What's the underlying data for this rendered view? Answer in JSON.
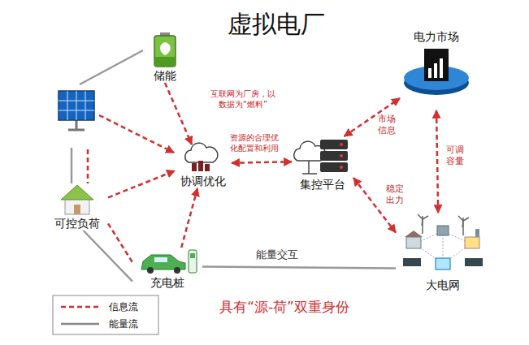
{
  "diagram": {
    "title": "虚拟电厂",
    "nodes": [
      {
        "text": [
          "储能"
        ]
      },
      {
        "text": [
          "电力市场"
        ]
      },
      {
        "text": [
          "协调优化"
        ]
      },
      {
        "text": [
          "集控平台"
        ]
      },
      {
        "text": [
          "可控负荷"
        ]
      },
      {
        "text": [
          "充电桩"
        ]
      },
      {
        "text": [
          "大电网"
        ]
      }
    ],
    "edges": [
      {
        "from": 0,
        "to": 2,
        "arrow": "to"
      },
      {
        "from": 4,
        "to": 2,
        "arrow": "to"
      },
      {
        "from": 5,
        "to": 2,
        "arrow": "to"
      },
      {
        "from": 4,
        "to": 5,
        "arrow": "none"
      },
      {
        "from": 4,
        "to": 5,
        "arrow": "none"
      },
      {
        "from": 2,
        "to": 3,
        "label": "资源的合理优化配置和利用",
        "arrow": "both"
      },
      {
        "from": 3,
        "to": 1,
        "label": "市场信息",
        "arrow": "both"
      },
      {
        "from": 1,
        "to": 6,
        "label": "可调容量",
        "arrow": "both"
      },
      {
        "from": 3,
        "to": 6,
        "label": "稳定出力",
        "arrow": "both"
      },
      {
        "from": 5,
        "to": 6,
        "label": "能量交互",
        "arrow": "none"
      }
    ],
    "labels": [
      "互联网为厂房，以数据为“燃料”",
      "具有“源-荷”双重身份"
    ],
    "legend": [
      {
        "text": "信息流"
      },
      {
        "text": "能量流"
      }
    ]
  }
}
